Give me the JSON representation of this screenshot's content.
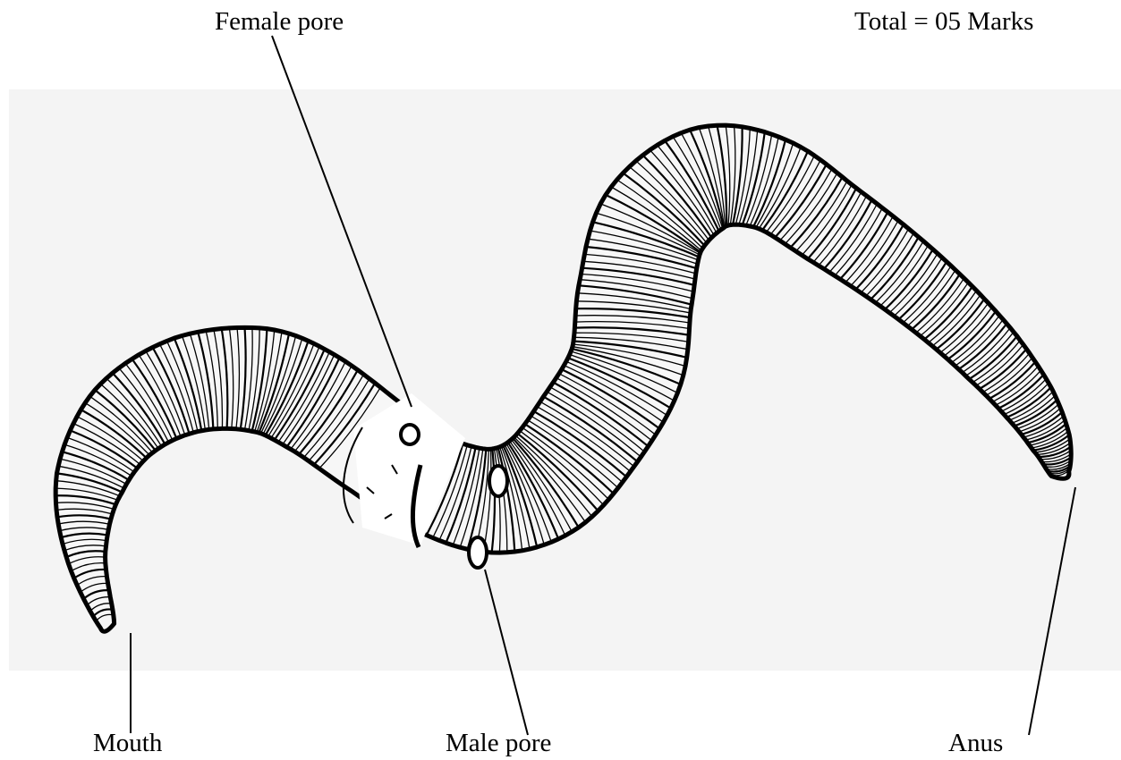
{
  "labels": {
    "female_pore": "Female pore",
    "total": "Total = 05 Marks",
    "mouth": "Mouth",
    "male_pore": "Male pore",
    "anus": "Anus"
  },
  "colors": {
    "page": "#ffffff",
    "panel": "#f4f4f4",
    "ink": "#000000",
    "body": "#f7f7f7",
    "pore": "#ffffff"
  },
  "icons": {
    "organism": "earthworm-illustration"
  }
}
